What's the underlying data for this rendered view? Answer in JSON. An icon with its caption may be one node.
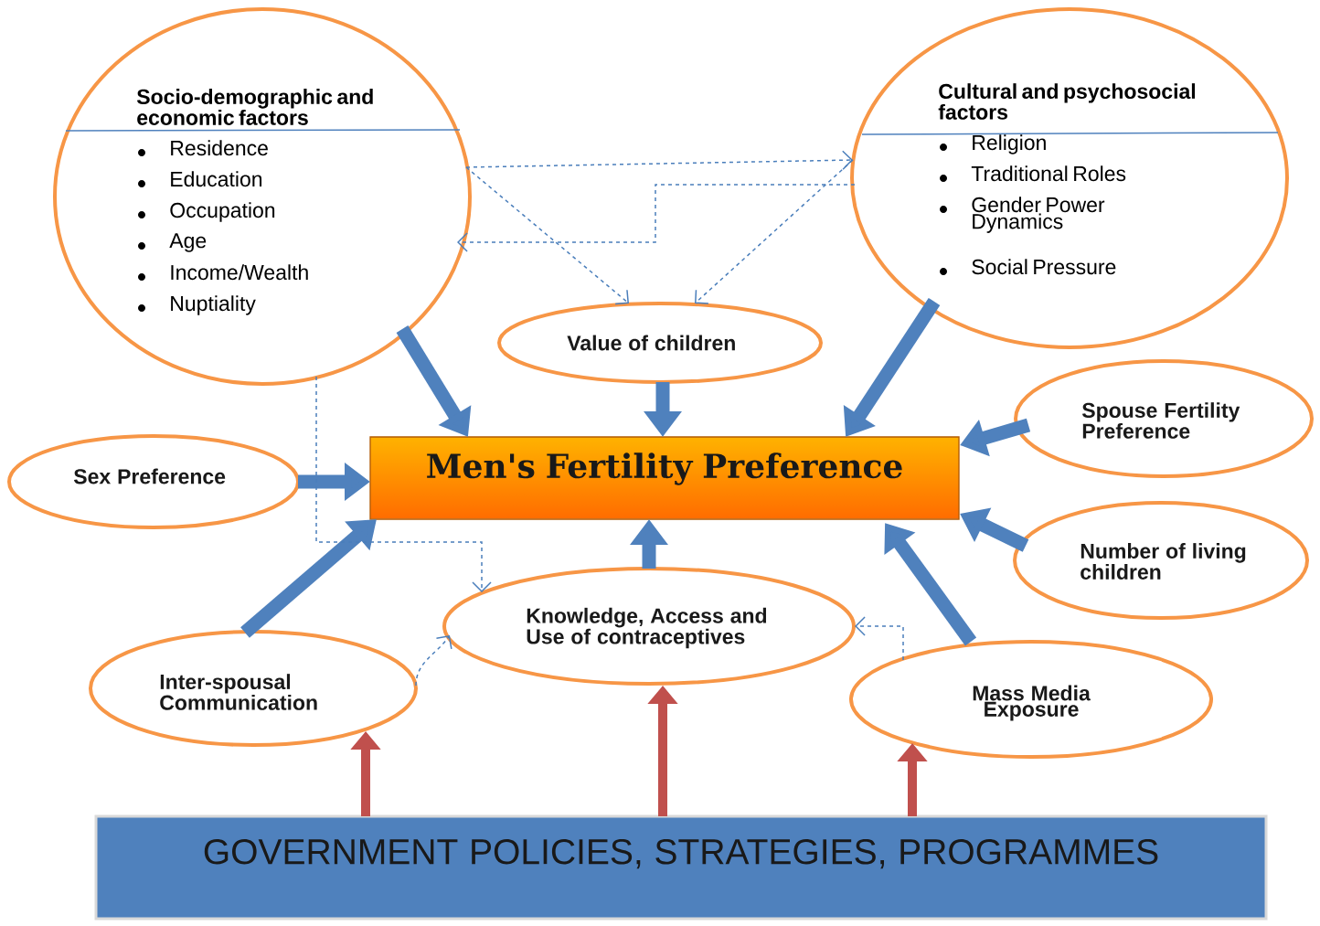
{
  "diagram": {
    "nodes": [
      {
        "text": [
          "Socio-demographic and economic factors",
          "Residence",
          "Education",
          "Occupation",
          "Age",
          "Income/Wealth",
          "Nuptiality"
        ]
      },
      {
        "text": [
          "Cultural and psychosocial factors",
          "Religion",
          "Traditional Roles",
          "Gender Power Dynamics",
          "Social Pressure"
        ]
      },
      {
        "text": [
          "Value of children"
        ]
      },
      {
        "text": [
          "Men's Fertility Preference"
        ]
      },
      {
        "text": [
          "Sex Preference"
        ]
      },
      {
        "text": [
          "Spouse Fertility Preference"
        ]
      },
      {
        "text": [
          "Number of living children"
        ]
      },
      {
        "text": [
          "Inter-spousal Communication"
        ]
      },
      {
        "text": [
          "Knowledge, Access and Use of contraceptives"
        ]
      },
      {
        "text": [
          "Mass Media Exposure"
        ]
      },
      {
        "text": [
          "GOVERNMENT POLICIES, STRATEGIES, PROGRAMMES"
        ]
      }
    ],
    "edges": [
      {
        "from": 0,
        "to": 3,
        "arrow": "to"
      },
      {
        "from": 2,
        "to": 3,
        "arrow": "to"
      },
      {
        "from": 1,
        "to": 3,
        "arrow": "to"
      },
      {
        "from": 4,
        "to": 3,
        "arrow": "to"
      },
      {
        "from": 5,
        "to": 3,
        "arrow": "to"
      },
      {
        "from": 6,
        "to": 3,
        "arrow": "to"
      },
      {
        "from": 7,
        "to": 3,
        "arrow": "to"
      },
      {
        "from": 8,
        "to": 3,
        "arrow": "to"
      },
      {
        "from": 9,
        "to": 3,
        "arrow": "to"
      },
      {
        "from": 0,
        "to": 1,
        "arrow": "to",
        "style": "dashed"
      },
      {
        "from": 0,
        "to": 2,
        "arrow": "to",
        "style": "dashed"
      },
      {
        "from": 1,
        "to": 2,
        "arrow": "to",
        "style": "dashed"
      },
      {
        "from": 1,
        "to": 0,
        "arrow": "to",
        "style": "dashed"
      },
      {
        "from": 0,
        "to": 8,
        "arrow": "to",
        "style": "dashed"
      },
      {
        "from": 7,
        "to": 8,
        "arrow": "to",
        "style": "dashed"
      },
      {
        "from": 9,
        "to": 8,
        "arrow": "to",
        "style": "dashed"
      },
      {
        "from": 10,
        "to": 7,
        "arrow": "to",
        "color": "#c0504d"
      },
      {
        "from": 10,
        "to": 8,
        "arrow": "to",
        "color": "#c0504d"
      },
      {
        "from": 10,
        "to": 9,
        "arrow": "to",
        "color": "#c0504d"
      }
    ]
  }
}
